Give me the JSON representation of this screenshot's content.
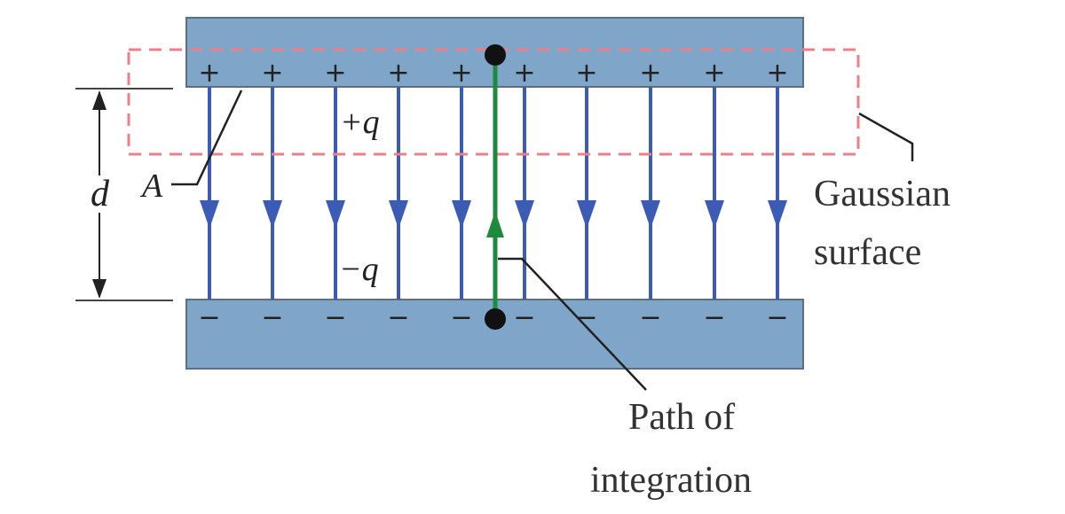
{
  "labels": {
    "distance": "d",
    "area": "A",
    "plus_charge": "+q",
    "minus_charge": "−q",
    "gaussian_line1": "Gaussian",
    "gaussian_line2": "surface",
    "path_line1": "Path of",
    "path_line2": "integration"
  },
  "plate_signs": {
    "top": "+",
    "bottom": "−",
    "count": 10
  },
  "colors": {
    "plate_fill": "#7fa6c8",
    "plate_stroke": "#5b6f80",
    "field_line": "#3b5bb5",
    "path_line": "#1e8a3c",
    "gaussian_dash": "#ee7f8a",
    "leader": "#222222"
  }
}
